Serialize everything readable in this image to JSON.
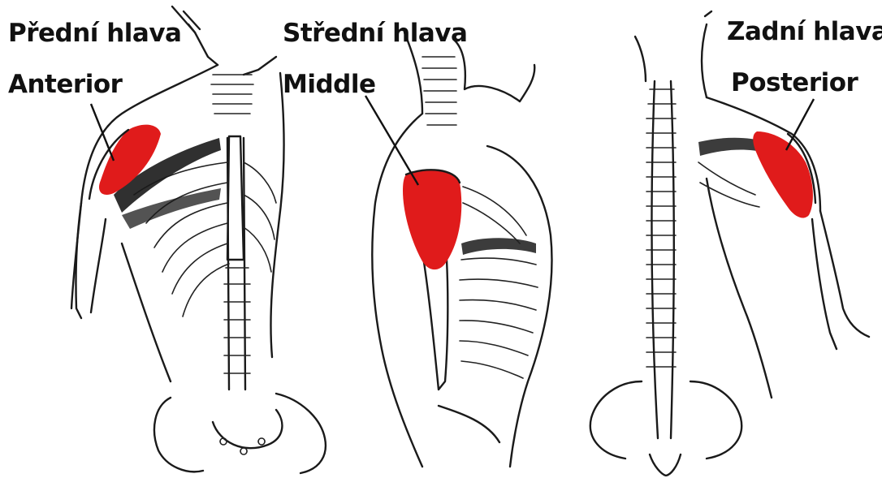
{
  "labels": {
    "anterior_cz": "Přední hlava",
    "anterior_en": "Anterior",
    "middle_cz": "Střední hlava",
    "middle_en": "Middle",
    "posterior_cz": "Zadní hlava",
    "posterior_en": "Posterior"
  },
  "colors": {
    "highlight": "#e01b1b",
    "ink": "#1a1a1a",
    "background": "#ffffff"
  }
}
